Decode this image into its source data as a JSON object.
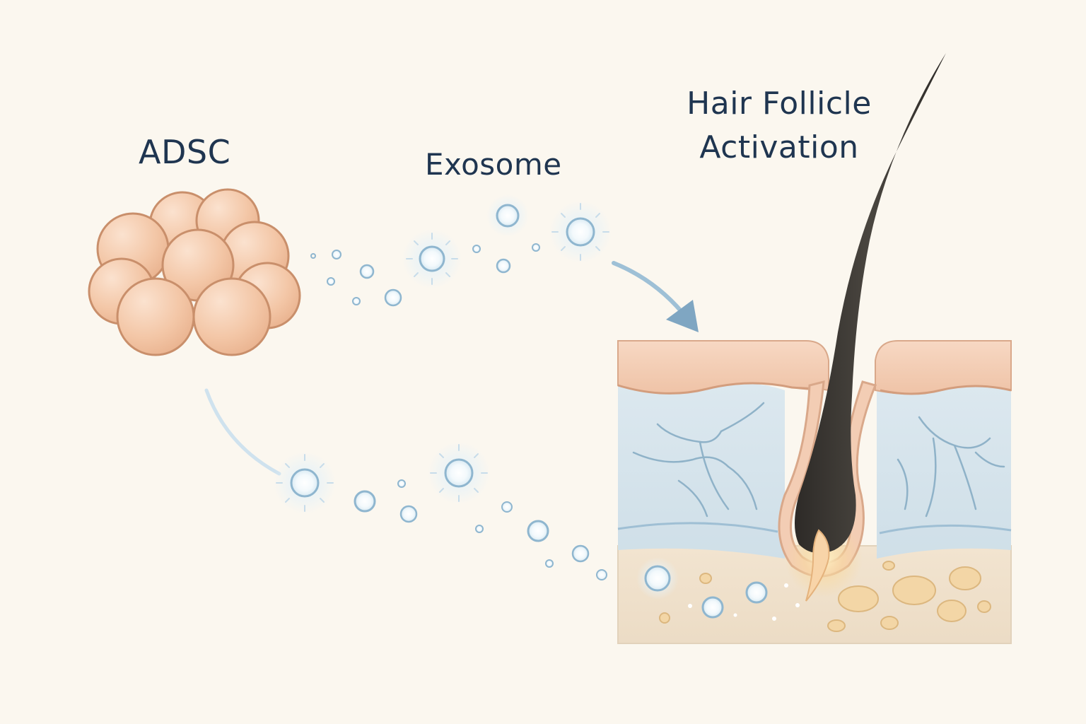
{
  "labels": {
    "adsc": "ADSC",
    "exosome": "Exosome",
    "hair_follicle_line1": "Hair Follicle",
    "hair_follicle_line2": "Activation"
  },
  "colors": {
    "background": "#fbf7ef",
    "cell_fill": "#f3c6a6",
    "cell_stroke": "#c98f6b",
    "label_text": "#1f3550",
    "exosome_stroke": "#8fb6cf",
    "arrow": "#7fa6c2",
    "epidermis": "#f2cdb5",
    "dermis": "#d6e3ea",
    "hypodermis": "#efe0cc",
    "hair": "#3a3632",
    "follicle_sheath": "#f0c3a6"
  }
}
